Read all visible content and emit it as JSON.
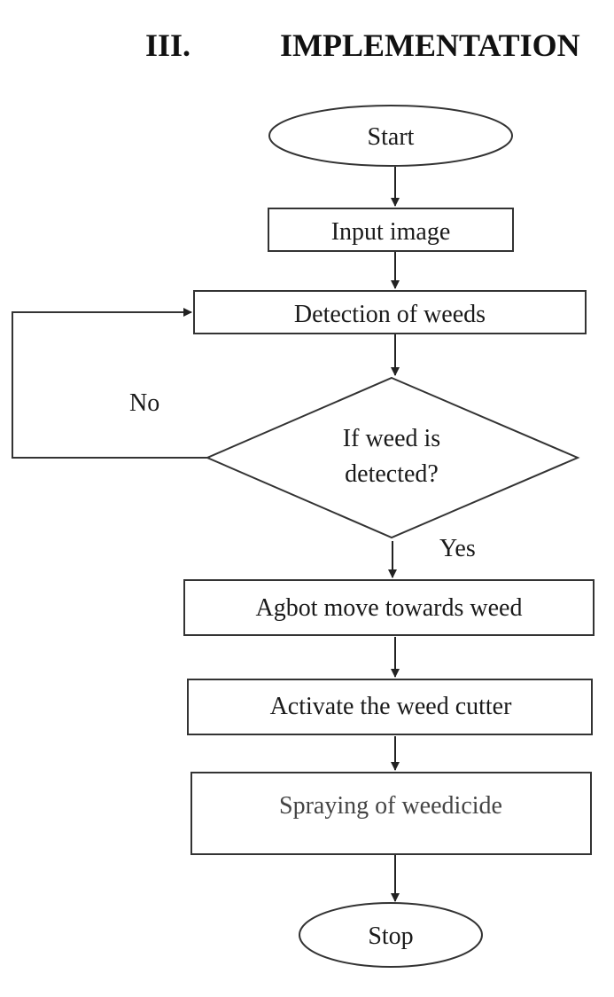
{
  "heading": {
    "number": "III.",
    "title": "IMPLEMENTATION"
  },
  "flowchart": {
    "start": "Start",
    "input": "Input image",
    "detect": "Detection of weeds",
    "decision_line1": "If weed is",
    "decision_line2": "detected?",
    "no_label": "No",
    "yes_label": "Yes",
    "move": "Agbot move towards weed",
    "activate": "Activate the weed cutter",
    "spray": "Spraying of weedicide",
    "stop": "Stop"
  }
}
